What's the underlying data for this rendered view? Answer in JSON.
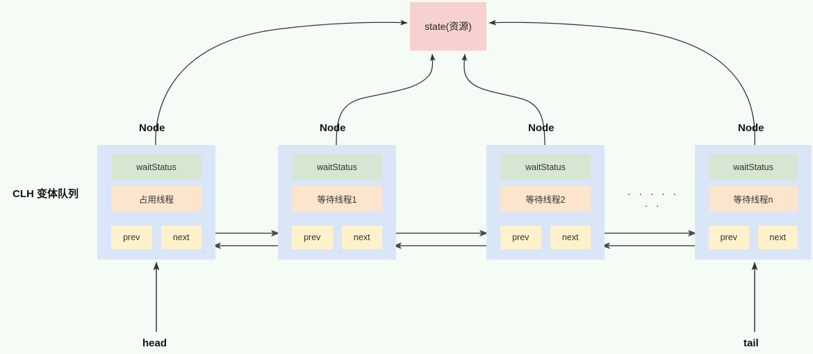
{
  "diagram": {
    "background_color": "#f5fbf5",
    "side_label": "CLH 变体队列",
    "state": {
      "label": "state(资源)",
      "color": "#f7d1d0"
    },
    "ellipsis": ". . . . . . .",
    "node_label": "Node",
    "endpoints": {
      "head": "head",
      "tail": "tail"
    },
    "colors": {
      "node_container": "#dbe5f8",
      "wait_status": "#d6e6d1",
      "thread": "#fce5cd",
      "pointer": "#fdf2cc",
      "arrow": "#4d4d4d"
    },
    "nodes": [
      {
        "label": "Node",
        "wait_status": "waitStatus",
        "thread": "占用线程",
        "prev": "prev",
        "next": "next"
      },
      {
        "label": "Node",
        "wait_status": "waitStatus",
        "thread": "等待线程1",
        "prev": "prev",
        "next": "next"
      },
      {
        "label": "Node",
        "wait_status": "waitStatus",
        "thread": "等待线程2",
        "prev": "prev",
        "next": "next"
      },
      {
        "label": "Node",
        "wait_status": "waitStatus",
        "thread": "等待线程n",
        "prev": "prev",
        "next": "next"
      }
    ]
  }
}
